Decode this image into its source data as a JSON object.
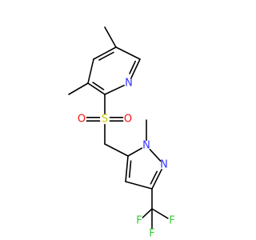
{
  "molecule": {
    "atoms": [
      {
        "id": "a_me5",
        "element": "C",
        "label": ""
      },
      {
        "id": "a_c5",
        "element": "C",
        "label": ""
      },
      {
        "id": "a_c4",
        "element": "C",
        "label": ""
      },
      {
        "id": "a_c6",
        "element": "C",
        "label": ""
      },
      {
        "id": "a_n1",
        "element": "N",
        "label": "N"
      },
      {
        "id": "a_c3",
        "element": "C",
        "label": ""
      },
      {
        "id": "a_me3",
        "element": "C",
        "label": ""
      },
      {
        "id": "a_c2",
        "element": "C",
        "label": ""
      },
      {
        "id": "a_s",
        "element": "S",
        "label": "S"
      },
      {
        "id": "a_o1",
        "element": "O",
        "label": "O"
      },
      {
        "id": "a_o2",
        "element": "O",
        "label": "O"
      },
      {
        "id": "a_ch2",
        "element": "C",
        "label": ""
      },
      {
        "id": "a_pz5",
        "element": "C",
        "label": ""
      },
      {
        "id": "a_pzn1",
        "element": "N",
        "label": "N"
      },
      {
        "id": "a_nme",
        "element": "C",
        "label": ""
      },
      {
        "id": "a_pzn2",
        "element": "N",
        "label": "N"
      },
      {
        "id": "a_pz3",
        "element": "C",
        "label": ""
      },
      {
        "id": "a_pz4",
        "element": "C",
        "label": ""
      },
      {
        "id": "a_cf3",
        "element": "C",
        "label": ""
      },
      {
        "id": "a_f1",
        "element": "F",
        "label": "F"
      },
      {
        "id": "a_f2",
        "element": "F",
        "label": "F"
      },
      {
        "id": "a_f3",
        "element": "F",
        "label": "F"
      }
    ],
    "bonds": [
      {
        "from": "a_me5",
        "to": "a_c5",
        "order": 1
      },
      {
        "from": "a_c5",
        "to": "a_c4",
        "order": 2
      },
      {
        "from": "a_c5",
        "to": "a_c6",
        "order": 1
      },
      {
        "from": "a_c6",
        "to": "a_n1",
        "order": 2
      },
      {
        "from": "a_n1",
        "to": "a_c2",
        "order": 1
      },
      {
        "from": "a_c2",
        "to": "a_c3",
        "order": 2
      },
      {
        "from": "a_c3",
        "to": "a_c4",
        "order": 1
      },
      {
        "from": "a_c3",
        "to": "a_me3",
        "order": 1
      },
      {
        "from": "a_c2",
        "to": "a_s",
        "order": 1
      },
      {
        "from": "a_s",
        "to": "a_o1",
        "order": 2
      },
      {
        "from": "a_s",
        "to": "a_o2",
        "order": 2
      },
      {
        "from": "a_s",
        "to": "a_ch2",
        "order": 1
      },
      {
        "from": "a_ch2",
        "to": "a_pz5",
        "order": 1
      },
      {
        "from": "a_pz5",
        "to": "a_pzn1",
        "order": 1
      },
      {
        "from": "a_pzn1",
        "to": "a_nme",
        "order": 1
      },
      {
        "from": "a_pzn1",
        "to": "a_pzn2",
        "order": 1
      },
      {
        "from": "a_pzn2",
        "to": "a_pz3",
        "order": 2
      },
      {
        "from": "a_pz3",
        "to": "a_pz4",
        "order": 1
      },
      {
        "from": "a_pz4",
        "to": "a_pz5",
        "order": 2
      },
      {
        "from": "a_pz3",
        "to": "a_cf3",
        "order": 1
      },
      {
        "from": "a_cf3",
        "to": "a_f1",
        "order": 1
      },
      {
        "from": "a_cf3",
        "to": "a_f2",
        "order": 1
      },
      {
        "from": "a_cf3",
        "to": "a_f3",
        "order": 1
      }
    ],
    "colors": {
      "bond": "#000000",
      "N": "#3333ff",
      "S": "#cccc00",
      "O": "#ff0d0d",
      "F": "#33cc33"
    }
  }
}
